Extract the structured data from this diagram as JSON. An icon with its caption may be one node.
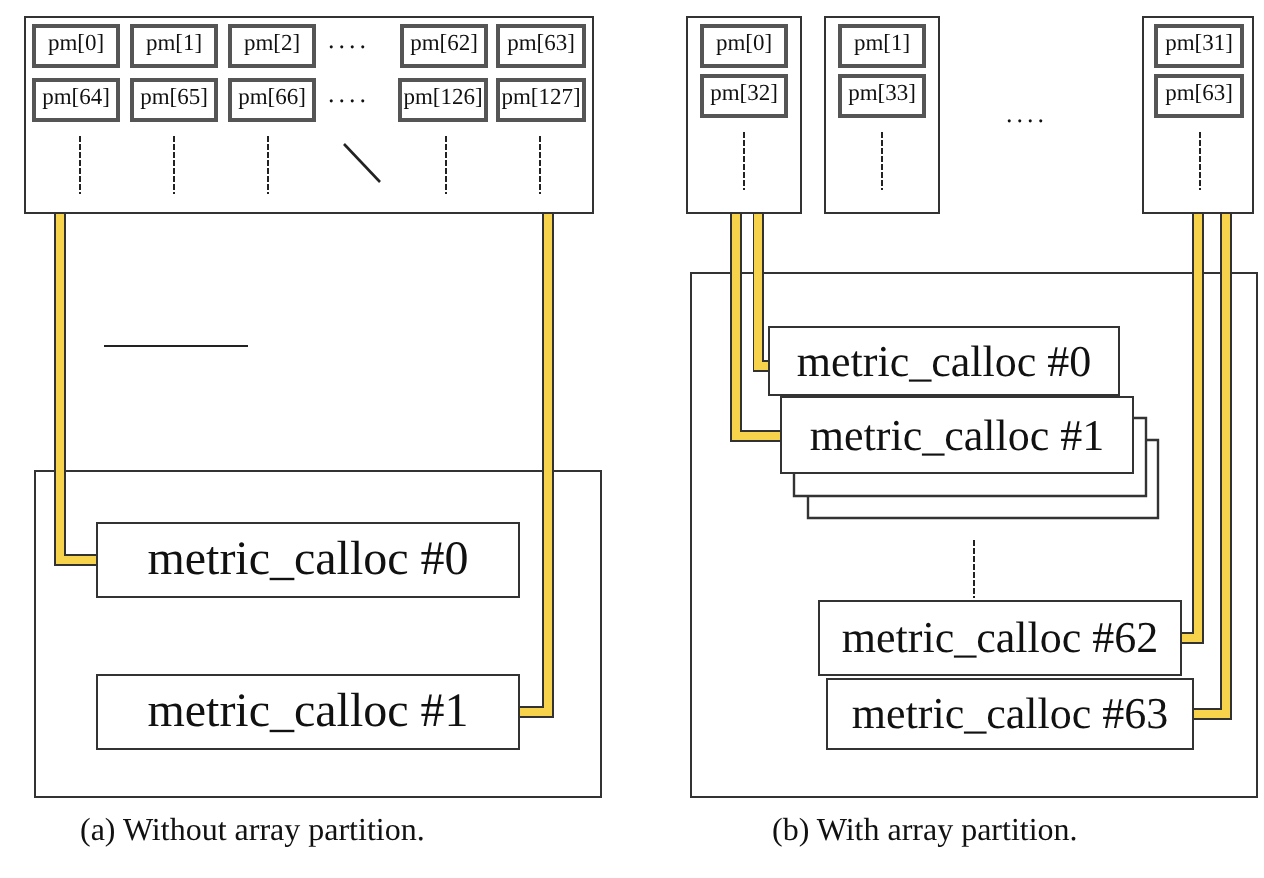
{
  "diagram": {
    "nodes": [
      {
        "text": [],
        "shape": "box"
      },
      {
        "text": [
          "pm[0]"
        ],
        "in": 0
      },
      {
        "text": [
          "pm[1]"
        ],
        "in": 0
      },
      {
        "text": [
          "pm[2]"
        ],
        "in": 0
      },
      {
        "text": [
          "pm[62]"
        ],
        "in": 0
      },
      {
        "text": [
          "pm[63]"
        ],
        "in": 0
      },
      {
        "text": [
          "pm[64]"
        ],
        "in": 0
      },
      {
        "text": [
          "pm[65]"
        ],
        "in": 0
      },
      {
        "text": [
          "pm[66]"
        ],
        "in": 0
      },
      {
        "text": [
          "pm[126]"
        ],
        "in": 0
      },
      {
        "text": [
          "pm[127]"
        ],
        "in": 0
      },
      {
        "text": [],
        "shape": "box"
      },
      {
        "text": [
          "metric_calloc #0"
        ],
        "in": 11
      },
      {
        "text": [
          "metric_calloc #1"
        ],
        "in": 11
      },
      {
        "text": [],
        "shape": "box"
      },
      {
        "text": [
          "pm[0]"
        ],
        "in": 14
      },
      {
        "text": [
          "pm[32]"
        ],
        "in": 14
      },
      {
        "text": [],
        "shape": "box"
      },
      {
        "text": [
          "pm[1]"
        ],
        "in": 17
      },
      {
        "text": [
          "pm[33]"
        ],
        "in": 17
      },
      {
        "text": [],
        "shape": "box"
      },
      {
        "text": [
          "pm[31]"
        ],
        "in": 20
      },
      {
        "text": [
          "pm[63]"
        ],
        "in": 20
      },
      {
        "text": [],
        "shape": "box"
      },
      {
        "text": [
          "metric_calloc #0"
        ],
        "in": 23
      },
      {
        "text": [
          "metric_calloc #1"
        ],
        "in": 23
      },
      {
        "text": [
          "metric_calloc #62"
        ],
        "in": 23
      },
      {
        "text": [
          "metric_calloc #63"
        ],
        "in": 23
      }
    ],
    "edges": [
      {
        "from": 0,
        "to": 12,
        "arrow": "none"
      },
      {
        "from": 0,
        "to": 13,
        "arrow": "none"
      },
      {
        "from": 14,
        "to": 24,
        "arrow": "none"
      },
      {
        "from": 14,
        "to": 25,
        "arrow": "none"
      },
      {
        "from": 17,
        "to": 24,
        "arrow": "none"
      },
      {
        "from": 17,
        "to": 24,
        "arrow": "none"
      },
      {
        "from": 20,
        "to": 26,
        "arrow": "none"
      },
      {
        "from": 20,
        "to": 27,
        "arrow": "none"
      }
    ],
    "labels": [
      "....",
      "....",
      "....",
      "(a) Without array partition.",
      "(b) With array partition."
    ]
  }
}
